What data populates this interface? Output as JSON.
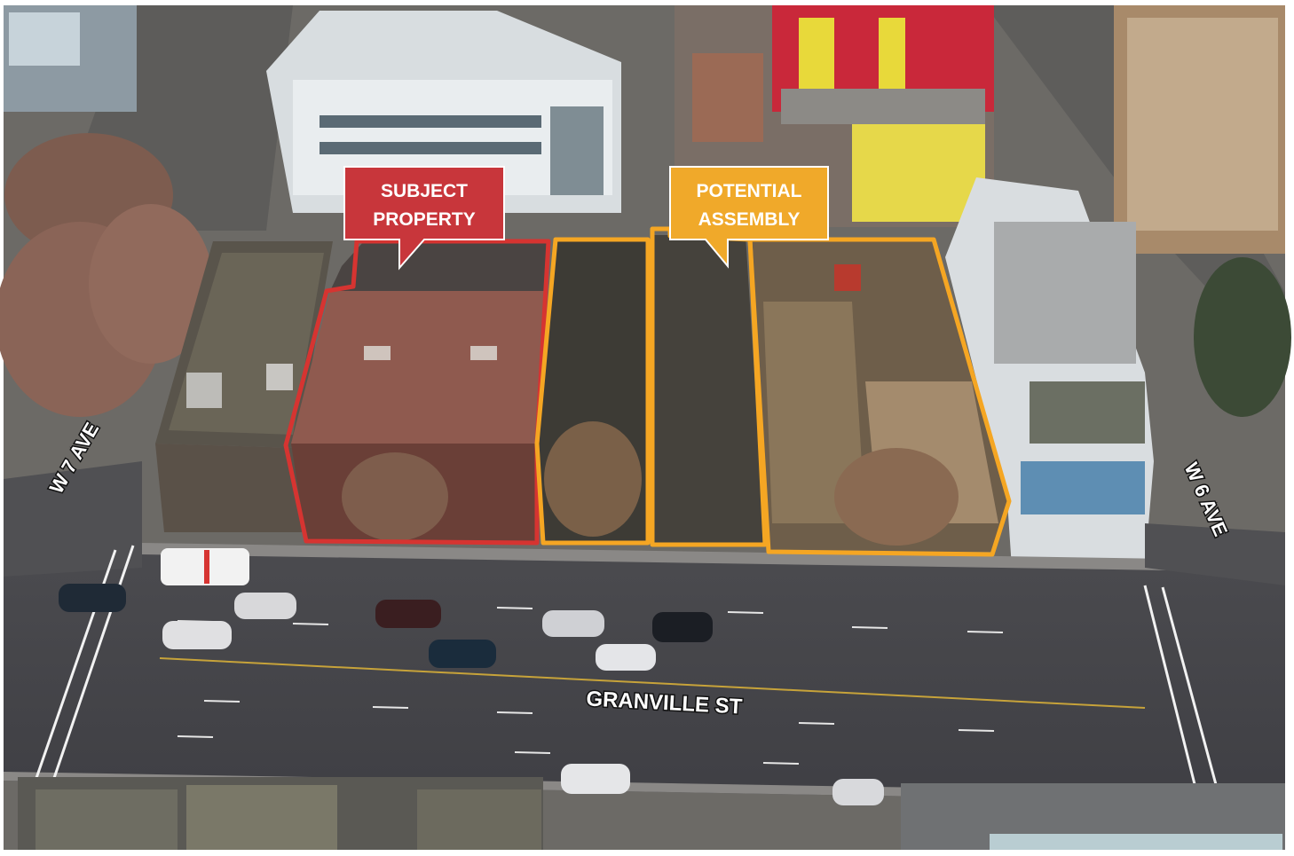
{
  "labels": {
    "subject_property": [
      "SUBJECT",
      "PROPERTY"
    ],
    "potential_assembly": [
      "POTENTIAL",
      "ASSEMBLY"
    ]
  },
  "streets": {
    "main": "GRANVILLE ST",
    "left": "W 7 AVE",
    "right": "W 6 AVE"
  },
  "colors": {
    "subject_outline": "#d63431",
    "subject_callout": "#c8363b",
    "assembly_outline": "#f5a623",
    "assembly_callout": "#f0a92a"
  }
}
